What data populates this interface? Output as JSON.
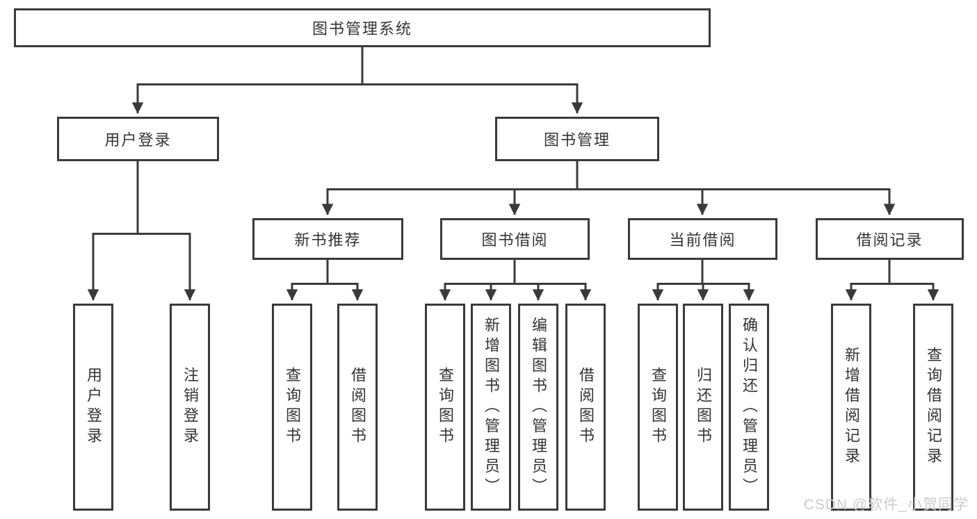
{
  "tree": {
    "root": "图书管理系统",
    "user_login": {
      "label": "用户登录",
      "children": [
        "用户登录",
        "注销登录"
      ]
    },
    "book_mgmt": {
      "label": "图书管理",
      "sections": {
        "new_books": {
          "label": "新书推荐",
          "children": [
            "查询图书",
            "借阅图书"
          ]
        },
        "borrowing": {
          "label": "图书借阅",
          "children": [
            "查询图书",
            "新增图书（管理员）",
            "编辑图书（管理员）",
            "借阅图书"
          ]
        },
        "current": {
          "label": "当前借阅",
          "children": [
            "查询图书",
            "归还图书",
            "确认归还（管理员）"
          ]
        },
        "records": {
          "label": "借阅记录",
          "children": [
            "新增借阅记录",
            "查询借阅记录"
          ]
        }
      }
    }
  },
  "watermark": "CSDN @软件_小贺同学",
  "colors": {
    "line": "#3a3a3a",
    "border": "#3a3a3a",
    "text": "#333333",
    "watermark": "#cccccc",
    "background": "#ffffff"
  }
}
